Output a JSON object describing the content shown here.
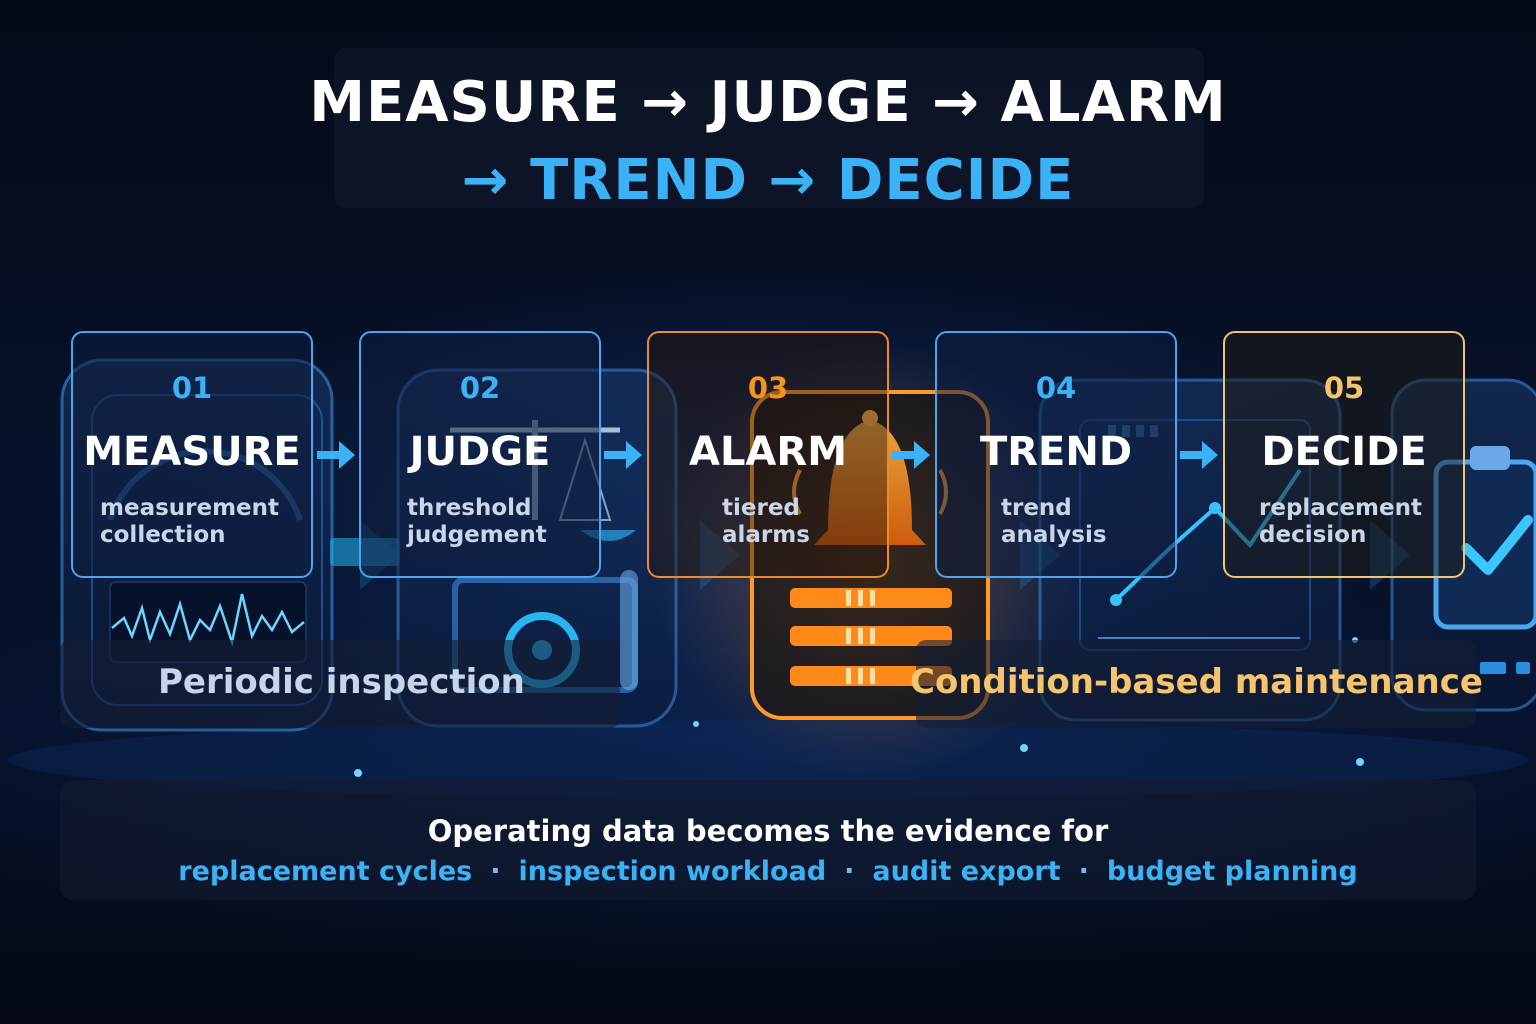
{
  "title": {
    "line1": "MEASURE → JUDGE → ALARM",
    "line2": "→ TREND → DECIDE"
  },
  "steps": [
    {
      "number": "01",
      "title": "MEASURE",
      "desc1": "measurement",
      "desc2": "collection",
      "icon": "gauge-icon",
      "accent": "#4aa6f0"
    },
    {
      "number": "02",
      "title": "JUDGE",
      "desc1": "threshold",
      "desc2": "judgement",
      "icon": "scale-icon",
      "accent": "#4aa6f0"
    },
    {
      "number": "03",
      "title": "ALARM",
      "desc1": "tiered",
      "desc2": "alarms",
      "icon": "bell-icon",
      "accent": "#f08a24"
    },
    {
      "number": "04",
      "title": "TREND",
      "desc1": "trend",
      "desc2": "analysis",
      "icon": "trend-chart-icon",
      "accent": "#4aa6f0"
    },
    {
      "number": "05",
      "title": "DECIDE",
      "desc1": "replacement",
      "desc2": "decision",
      "icon": "clipboard-check-icon",
      "accent": "#f4c36a"
    }
  ],
  "phases": {
    "periodic": "Periodic inspection",
    "condition_based": "Condition-based maintenance"
  },
  "footer": {
    "heading": "Operating data becomes the evidence for",
    "separator": "·",
    "items": [
      "replacement cycles",
      "inspection workload",
      "audit export",
      "budget planning"
    ]
  },
  "colors": {
    "blue": "#3bb2f5",
    "orange": "#f5931f",
    "gold": "#f4c36a",
    "background": "#050b1a"
  }
}
